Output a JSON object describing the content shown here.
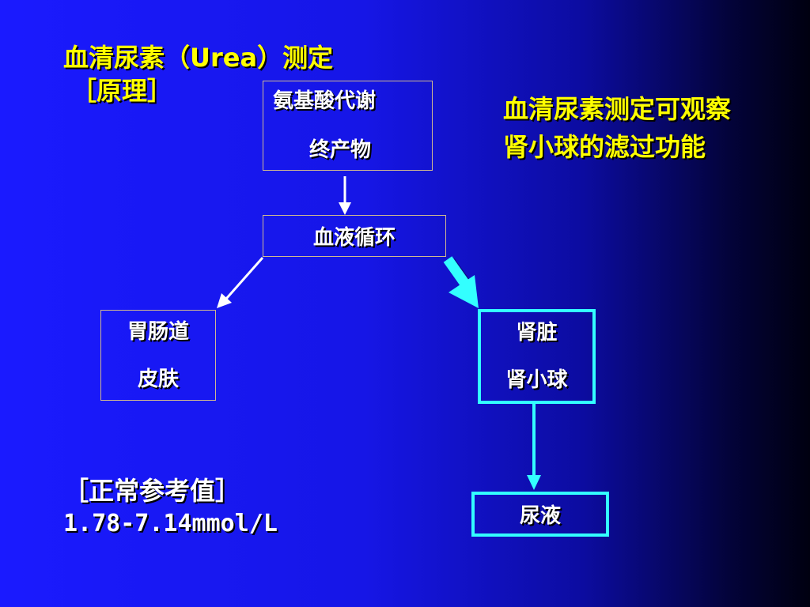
{
  "title": {
    "line1": "血清尿素（Urea）测定",
    "line2": "［原理］"
  },
  "note": {
    "line1": "血清尿素测定可观察",
    "line2": "肾小球的滤过功能"
  },
  "nodes": {
    "amino_acid": {
      "line1": "氨基酸代谢",
      "line2": "终产物"
    },
    "blood_circulation": {
      "label": "血液循环"
    },
    "gi_skin": {
      "line1": "胃肠道",
      "line2": "皮肤"
    },
    "kidney": {
      "line1": "肾脏",
      "line2": "肾小球"
    },
    "urine": {
      "label": "尿液"
    }
  },
  "reference": {
    "heading": "［正常参考值］",
    "value": "1.78-7.14mmol/L"
  },
  "colors": {
    "title_text": "#ffff00",
    "box_border_thin": "#d0b890",
    "box_border_highlight": "#33ffff",
    "arrow_white": "#ffffff",
    "arrow_cyan": "#33ffff"
  }
}
